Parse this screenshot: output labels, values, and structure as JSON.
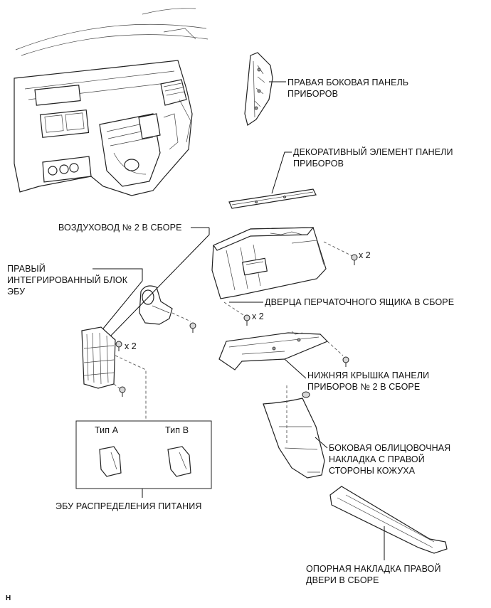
{
  "labels": {
    "right_side_panel": [
      "ПРАВАЯ БОКОВАЯ ПАНЕЛЬ",
      "ПРИБОРОВ"
    ],
    "decor_element": [
      "ДЕКОРАТИВНЫЙ ЭЛЕМЕНТ ПАНЕЛИ",
      "ПРИБОРОВ"
    ],
    "air_duct": "ВОЗДУХОВОД № 2 В СБОРЕ",
    "ecu_block": [
      "ПРАВЫЙ",
      "ИНТЕГРИРОВАННЫЙ БЛОК",
      "ЭБУ"
    ],
    "glove_box": "ДВЕРЦА ПЕРЧАТОЧНОГО ЯЩИКА В СБОРЕ",
    "lower_cover": [
      "НИЖНЯЯ КРЫШКА ПАНЕЛИ",
      "ПРИБОРОВ № 2 В СБОРЕ"
    ],
    "cowl_trim": [
      "БОКОВАЯ ОБЛИЦОВОЧНАЯ",
      "НАКЛАДКА С ПРАВОЙ",
      "СТОРОНЫ КОЖУХА"
    ],
    "power_ecu": "ЭБУ РАСПРЕДЕЛЕНИЯ ПИТАНИЯ",
    "door_scuff": [
      "ОПОРНАЯ НАКЛАДКА ПРАВОЙ",
      "ДВЕРИ В СБОРЕ"
    ],
    "type_a": "Тип A",
    "type_b": "Тип B",
    "qty_ecu": "x 2",
    "qty_glove_top": "x 2",
    "qty_glove_bottom": "x 2",
    "corner_code": "H"
  }
}
